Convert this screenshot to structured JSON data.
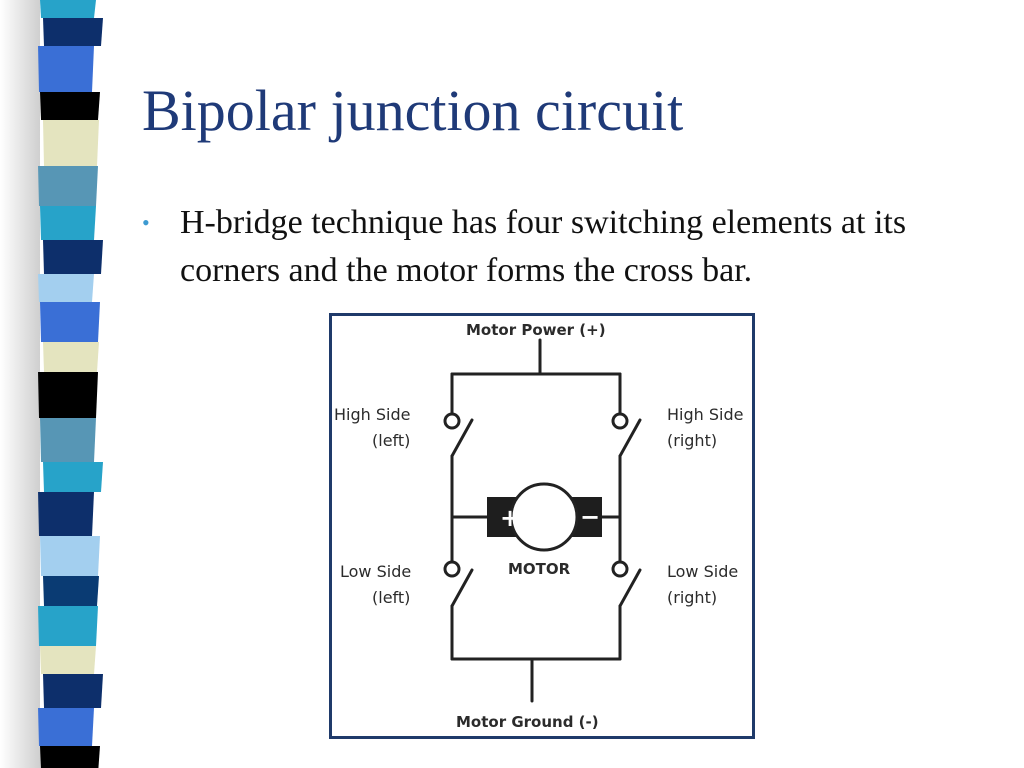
{
  "slide": {
    "title": "Bipolar junction circuit",
    "bullets": [
      "H-bridge technique has four switching elements at its corners and the motor forms the cross bar."
    ]
  },
  "diagram": {
    "top_label": "Motor Power (+)",
    "bottom_label": "Motor Ground (-)",
    "high_left": [
      "High Side",
      "(left)"
    ],
    "high_right": [
      "High Side",
      "(right)"
    ],
    "low_left": [
      "Low Side",
      "(left)"
    ],
    "low_right": [
      "Low Side",
      "(right)"
    ],
    "motor_label": "MOTOR",
    "motor_plus": "+",
    "motor_minus": "−"
  },
  "colors": {
    "title": "#1f3a78",
    "bullet_marker": "#3d9ad1",
    "frame_border": "#1f3a6a",
    "stripes": [
      "#27a3c9",
      "#0d2f6b",
      "#3a6fd6",
      "#000000",
      "#e4e4bf",
      "#5796b5",
      "#a3cfef",
      "#0a3b73"
    ]
  }
}
